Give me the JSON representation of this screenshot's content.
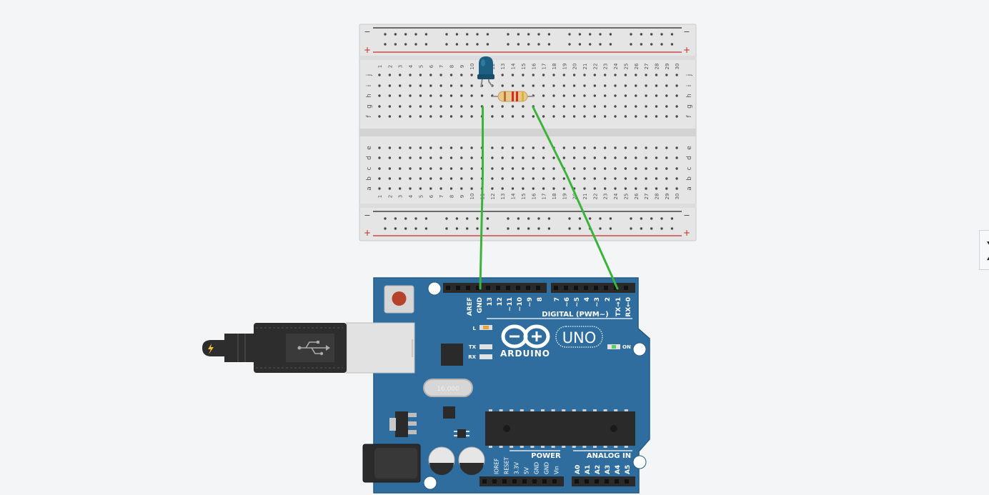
{
  "breadboard": {
    "columns": [
      "1",
      "2",
      "3",
      "4",
      "5",
      "6",
      "7",
      "8",
      "9",
      "10",
      "11",
      "12",
      "13",
      "14",
      "15",
      "16",
      "17",
      "18",
      "19",
      "20",
      "21",
      "22",
      "23",
      "24",
      "25",
      "26",
      "27",
      "28",
      "29",
      "30"
    ],
    "rows_top": [
      "j",
      "i",
      "h",
      "g",
      "f"
    ],
    "rows_bottom": [
      "e",
      "d",
      "c",
      "b",
      "a"
    ],
    "rail_minus": "−",
    "rail_plus": "+"
  },
  "arduino": {
    "header_top_labels": [
      "AREF",
      "GND",
      "13",
      "12",
      "~11",
      "~10",
      "~9",
      "8",
      "7",
      "~6",
      "~5",
      "4",
      "~3",
      "2",
      "TX→1",
      "RX←0"
    ],
    "digital_label": "DIGITAL (PWM~)",
    "brand": "ARDUINO",
    "model": "UNO",
    "led_l": "L",
    "led_tx": "TX",
    "led_rx": "RX",
    "led_on": "ON",
    "crystal": "16.000",
    "power_label": "POWER",
    "analog_label": "ANALOG IN",
    "power_pins": [
      "IOREF",
      "RESET",
      "3.3V",
      "5V",
      "GND",
      "GND",
      "Vin"
    ],
    "analog_pins": [
      "A0",
      "A1",
      "A2",
      "A3",
      "A4",
      "A5"
    ]
  },
  "colors": {
    "board_blue": "#2e6d9e",
    "wire_green": "#3cb43c",
    "led_blue": "#1d5f82",
    "breadboard": "#e5e5e5"
  },
  "icons": {
    "usb": "usb-symbol-icon",
    "lightning": "lightning-icon",
    "panel_toggle": "chevron-right-icon"
  },
  "panel": {
    "toggle_glyph": "❯"
  }
}
